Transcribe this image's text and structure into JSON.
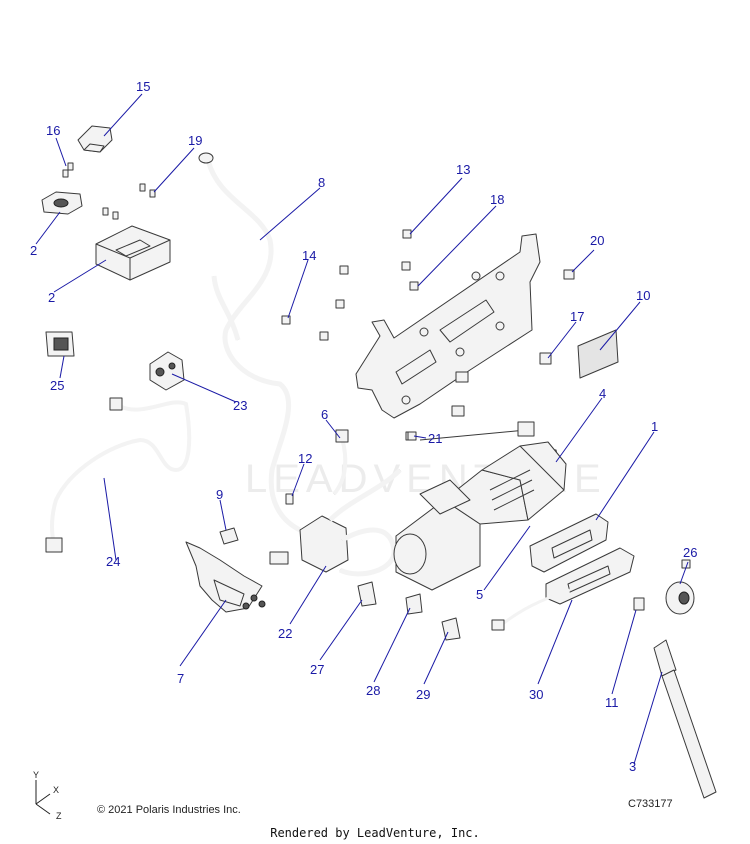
{
  "watermark_text": "LEADVENTURE",
  "callouts": [
    "1",
    "2",
    "2",
    "3",
    "4",
    "5",
    "6",
    "7",
    "8",
    "9",
    "10",
    "11",
    "12",
    "13",
    "14",
    "15",
    "16",
    "17",
    "18",
    "19",
    "20",
    "21",
    "22",
    "23",
    "24",
    "25",
    "26",
    "27",
    "28",
    "29",
    "30"
  ],
  "axes": {
    "y": "Y",
    "x": "X",
    "z": "Z"
  },
  "footer": {
    "copyright": "© 2021 Polaris Industries Inc.",
    "figure_id": "C733177",
    "rendered_by": "Rendered by LeadVenture, Inc."
  },
  "colors": {
    "callout": "#1a1aa6",
    "line_art": "#3a3a3a"
  }
}
